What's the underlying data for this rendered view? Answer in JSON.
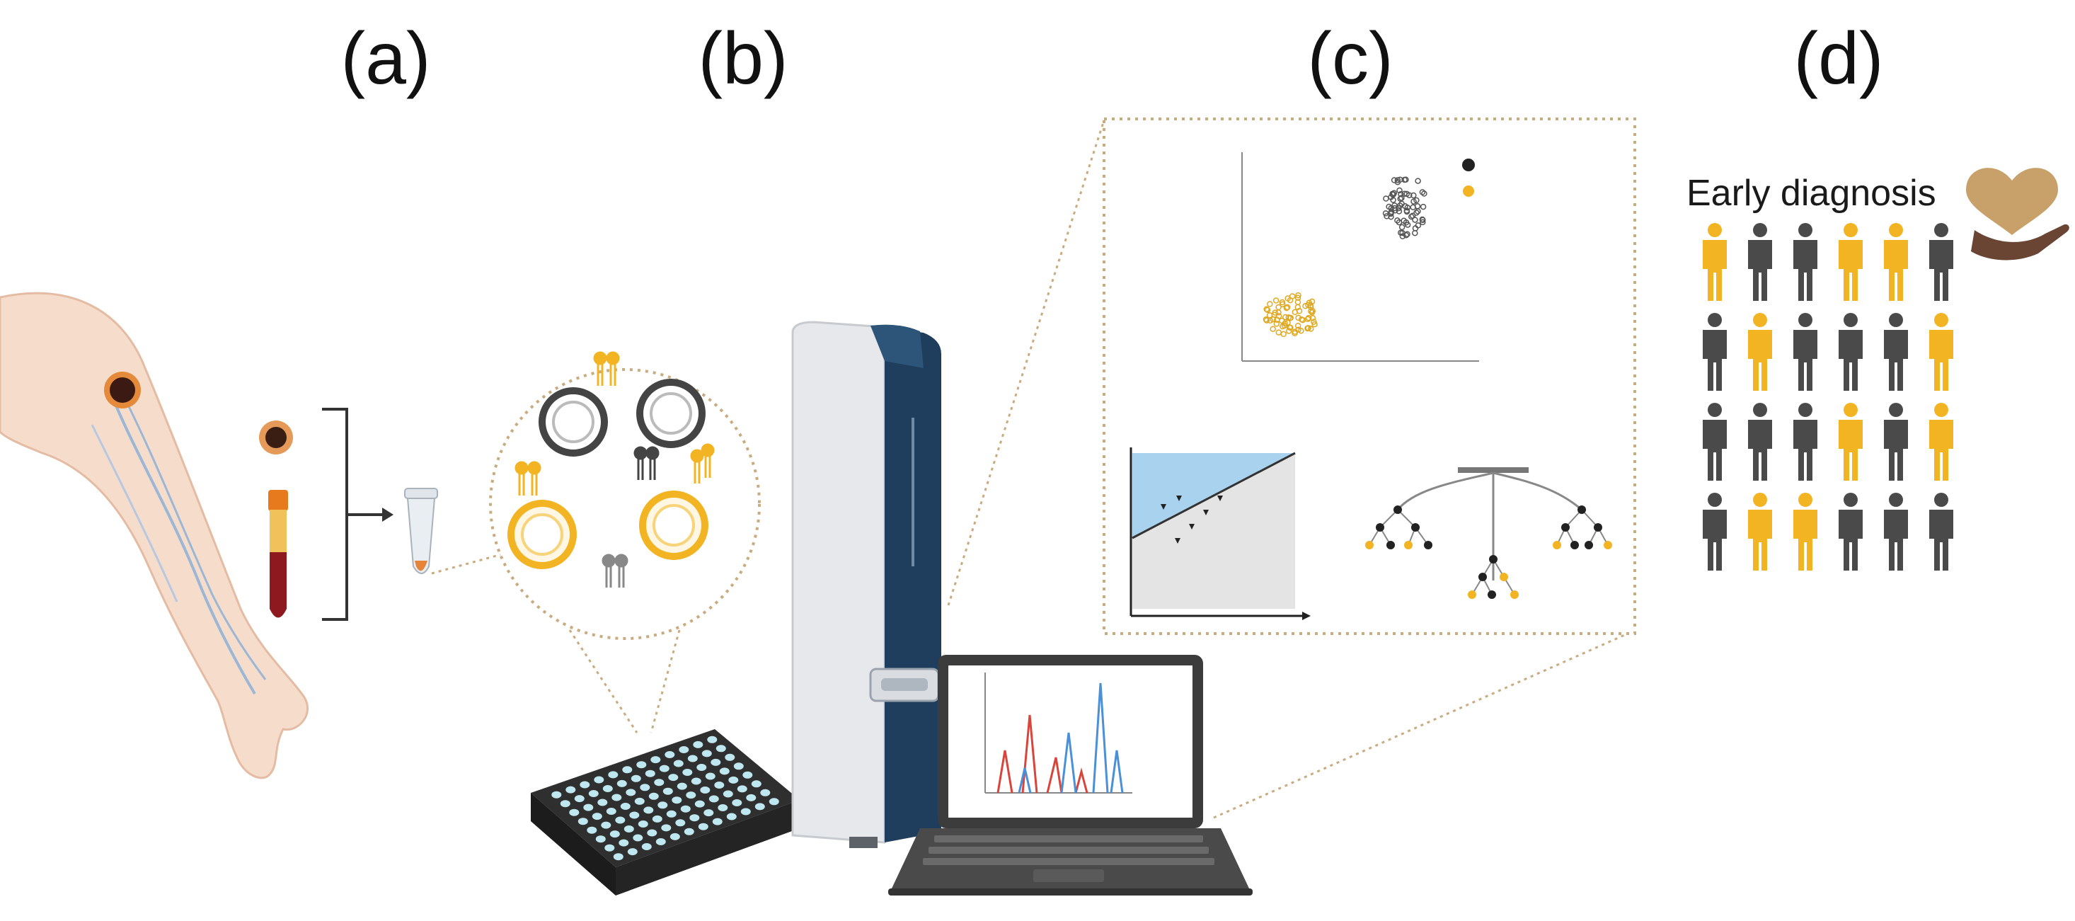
{
  "panels": {
    "a": {
      "label": "(a)"
    },
    "b": {
      "label": "(b)"
    },
    "c": {
      "label": "(c)"
    },
    "d": {
      "label": "(d)",
      "caption": "Early diagnosis"
    }
  },
  "colors": {
    "gold": "#F2B422",
    "dark_gray": "#4a4a4a",
    "instrument_navy": "#1f3d5c",
    "dotted_frame": "#c9ab80",
    "light_blue_region": "#a9d2ee",
    "spectrum_red": "#d9453b",
    "spectrum_blue": "#4a90d9",
    "heart_brown": "#c8a16a"
  },
  "icons": [
    "arm-with-lesion-icon",
    "lesion-icon",
    "blood-tube-icon",
    "microcentrifuge-tube-icon",
    "vesicle-icon",
    "lipid-icon",
    "well-plate-icon",
    "mass-spectrometer-icon",
    "laptop-icon",
    "heart-in-hand-icon",
    "person-icon"
  ],
  "population_grid": [
    [
      "gold",
      "dark",
      "dark",
      "gold",
      "gold",
      "dark"
    ],
    [
      "dark",
      "gold",
      "dark",
      "dark",
      "dark",
      "gold"
    ],
    [
      "dark",
      "dark",
      "dark",
      "gold",
      "dark",
      "gold"
    ],
    [
      "dark",
      "gold",
      "gold",
      "dark",
      "dark",
      "dark"
    ]
  ]
}
